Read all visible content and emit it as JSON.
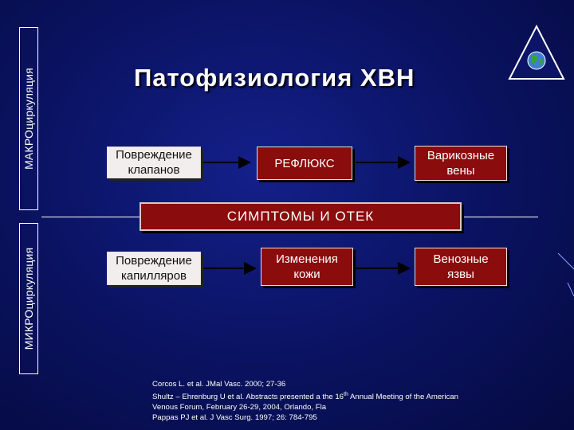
{
  "side_labels": {
    "macro": "МАКРОциркуляция",
    "micro": "МИКРОциркуляция"
  },
  "title": "Патофизиология  ХВН",
  "logo": {
    "icon": "globe-in-triangle-icon"
  },
  "top_row": {
    "box1": "Повреждение\nклапанов",
    "box2": "РЕФЛЮКС",
    "box3": "Варикозные\nвены"
  },
  "banner": "СИМПТОМЫ И ОТЕК",
  "bottom_row": {
    "box1": "Повреждение\nкапилляров",
    "box2": "Изменения\nкожи",
    "box3": "Венозные\nязвы"
  },
  "references": {
    "line1": "Corcos L. et al. JMal Vasc. 2000; 27-36",
    "line2_before": "Shultz – Ehrenburg U et al. Abstracts presented a the 16",
    "line2_sup": "th",
    "line2_after": " Annual Meeting of the American",
    "line3": "Venous Forum, February 26-29, 2004, Orlando, Fla",
    "line4": "Pappas PJ et al. J Vasc Surg. 1997; 26: 784-795"
  },
  "colors": {
    "background": "#0b1466",
    "box_red": "#8a0c0c",
    "box_light": "#f2eeee"
  }
}
